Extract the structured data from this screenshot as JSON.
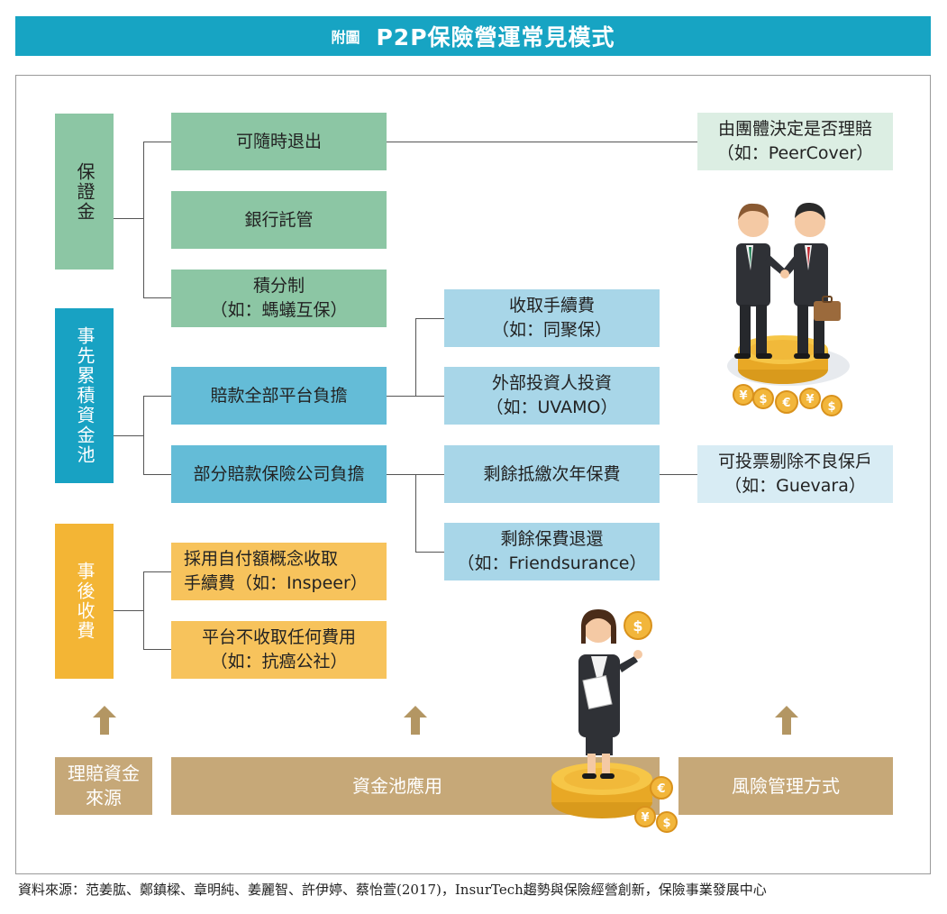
{
  "header": {
    "figure_label": "附圖",
    "title": "P2P保險營運常見模式"
  },
  "left_categories": {
    "guarantee": "保證金",
    "pool": "事先累積資金池",
    "post_fee": "事後收費"
  },
  "guarantee_items": {
    "exit": "可隨時退出",
    "bank": "銀行託管",
    "points_line1": "積分制",
    "points_line2": "（如：螞蟻互保）"
  },
  "pool_items": {
    "platform_full": "賠款全部平台負擔",
    "insurer_partial": "部分賠款保險公司負擔"
  },
  "platform_options": {
    "fee_line1": "收取手續費",
    "fee_line2": "（如：同聚保）",
    "investor_line1": "外部投資人投資",
    "investor_line2": "（如：UVAMO）"
  },
  "insurer_options": {
    "offset_premium": "剩餘抵繳次年保費",
    "refund_line1": "剩餘保費退還",
    "refund_line2": "（如：Friendsurance）"
  },
  "risk_items": {
    "group_line1": "由團體決定是否理賠",
    "group_line2": "（如：PeerCover）",
    "vote_line1": "可投票剔除不良保戶",
    "vote_line2": "（如：Guevara）"
  },
  "post_items": {
    "deductible_line1": "採用自付額概念收取",
    "deductible_line2": "手續費（如：Inspeer）",
    "nofee_line1": "平台不收取任何費用",
    "nofee_line2": "（如：抗癌公社）"
  },
  "bottom_labels": {
    "source_line1": "理賠資金",
    "source_line2": "來源",
    "pool_usage": "資金池應用",
    "risk_mgmt": "風險管理方式"
  },
  "coin_symbols": {
    "yen": "¥",
    "dollar": "$",
    "euro": "€"
  },
  "source_note": "資料來源：范姜肱、鄭鎮樑、章明純、姜麗智、許伊婷、蔡怡萱(2017)，InsurTech趨勢與保險經營創新，保險事業發展中心",
  "colors": {
    "header": "#17a4c3",
    "green": "#8cc6a4",
    "teal": "#18a2c3",
    "blue": "#64bcd7",
    "light_blue": "#a8d6e8",
    "orange": "#f3b535",
    "yellow": "#f7c35c",
    "brown": "#c6a878"
  }
}
